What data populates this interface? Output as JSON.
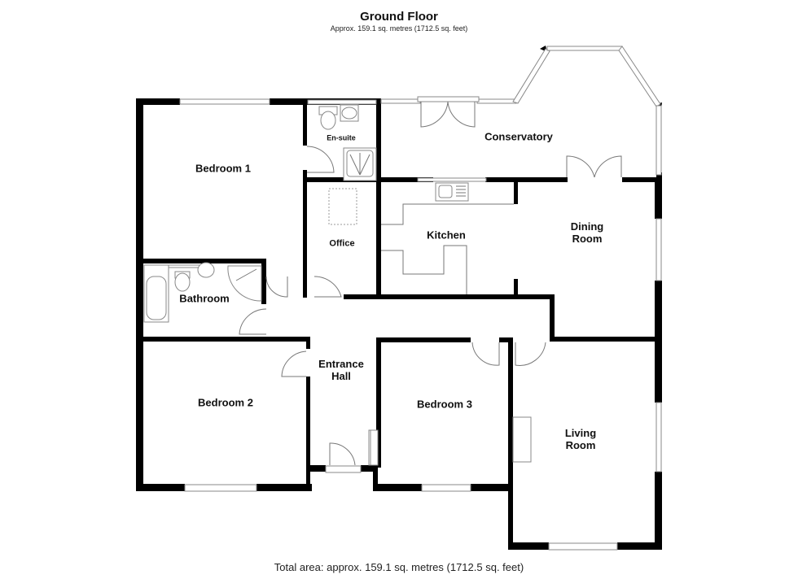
{
  "header": {
    "title": "Ground Floor",
    "subtitle": "Approx. 159.1 sq. metres (1712.5 sq. feet)"
  },
  "rooms": {
    "bedroom1": "Bedroom 1",
    "ensuite": "En-suite",
    "conservatory": "Conservatory",
    "office": "Office",
    "kitchen": "Kitchen",
    "dining_line1": "Dining",
    "dining_line2": "Room",
    "bathroom": "Bathroom",
    "entrance_line1": "Entrance",
    "entrance_line2": "Hall",
    "bedroom2": "Bedroom 2",
    "bedroom3": "Bedroom 3",
    "living_line1": "Living",
    "living_line2": "Room"
  },
  "footer": {
    "total_area": "Total area: approx. 159.1 sq. metres (1712.5 sq. feet)"
  },
  "colors": {
    "wall": "#000000",
    "fixture": "#888888",
    "background": "#ffffff"
  }
}
